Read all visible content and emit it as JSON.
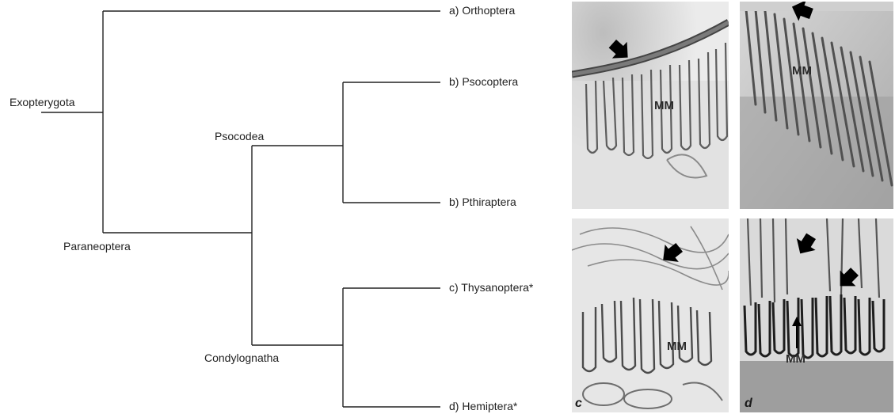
{
  "tree": {
    "nodes": {
      "exopterygota": "Exopterygota",
      "paraneoptera": "Paraneoptera",
      "psocodea": "Psocodea",
      "condylognatha": "Condylognatha"
    },
    "taxa": [
      "a) Orthoptera",
      "b) Psocoptera",
      "b) Pthiraptera",
      "c) Thysanoptera*",
      "d) Hemiptera*"
    ]
  },
  "micrographs": [
    {
      "id": "a",
      "label": "MM",
      "corner_label": ""
    },
    {
      "id": "b",
      "label": "MM",
      "corner_label": ""
    },
    {
      "id": "c",
      "label": "MM",
      "corner_label": "c"
    },
    {
      "id": "d",
      "label": "MM",
      "corner_label": "d"
    }
  ],
  "colors": {
    "line": "#222222",
    "arrow": "#000000",
    "panel_bg": "#e9e9e9"
  }
}
